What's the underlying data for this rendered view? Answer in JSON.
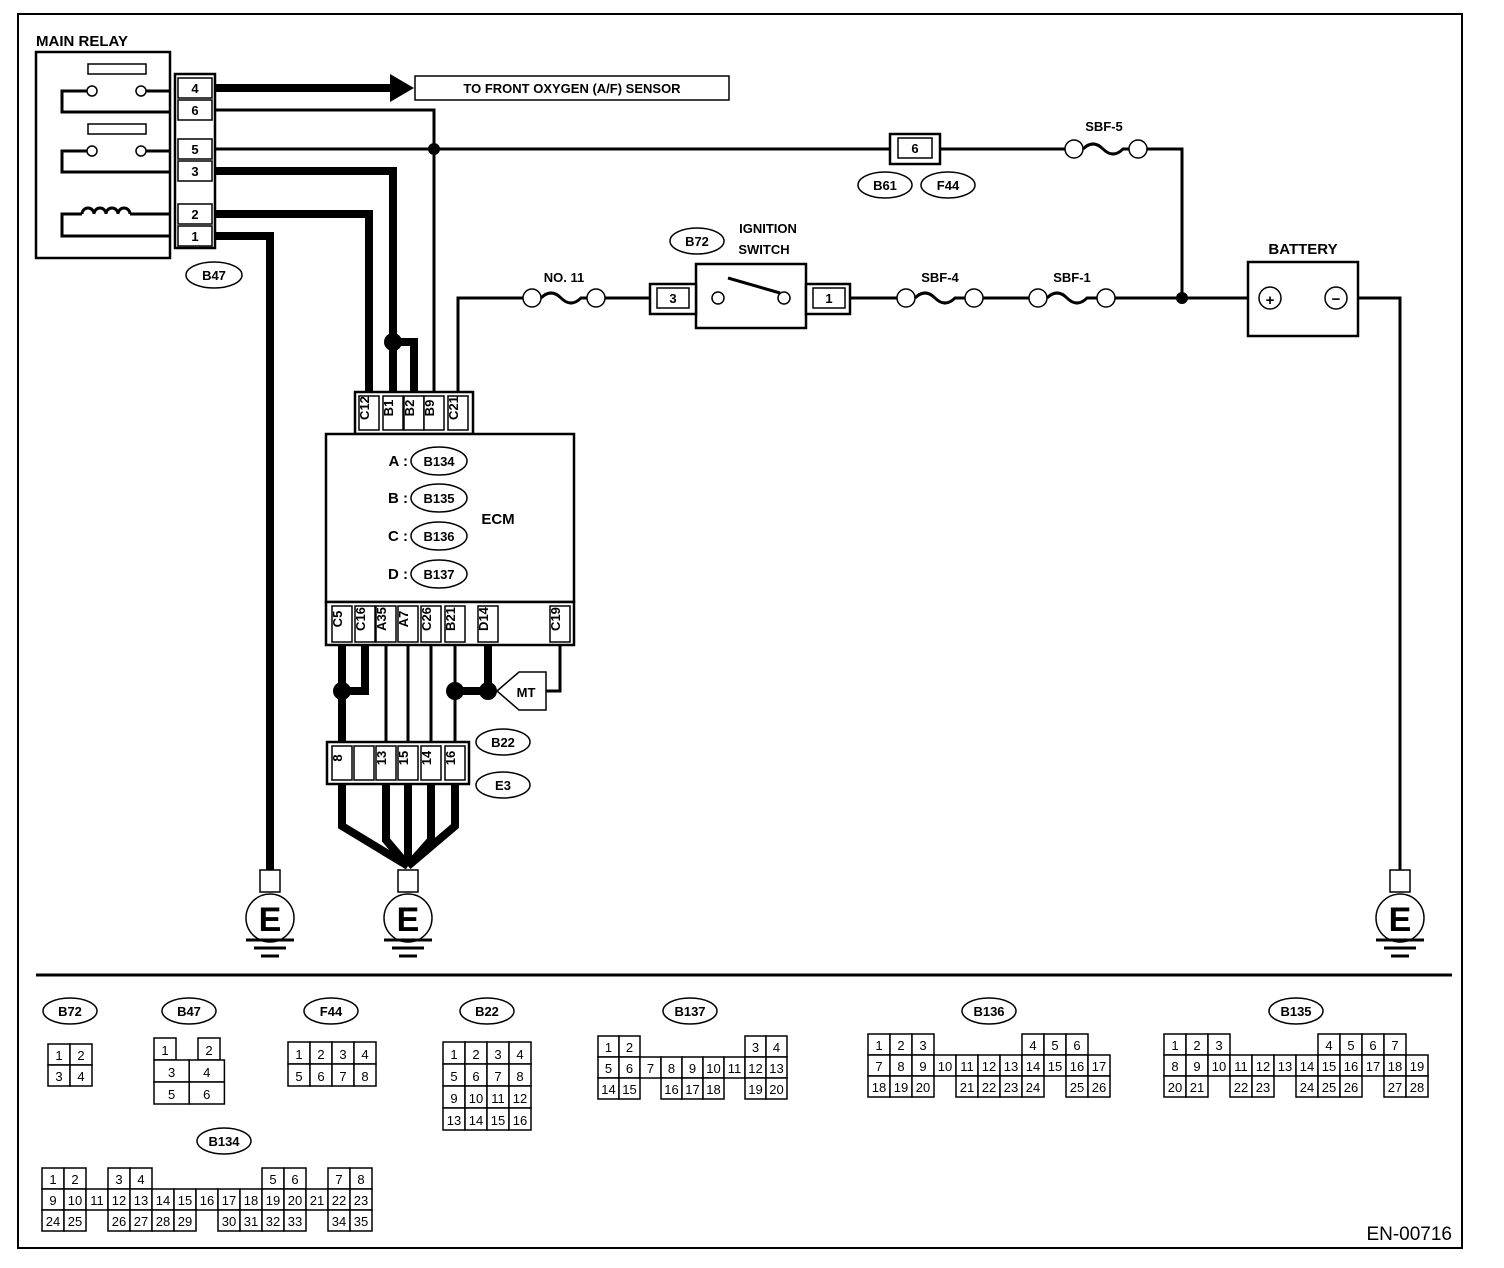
{
  "main_relay": {
    "title": "MAIN RELAY",
    "connector": "B47",
    "pins": [
      "4",
      "6",
      "5",
      "3",
      "2",
      "1"
    ]
  },
  "o2_sensor_label": "TO FRONT OXYGEN (A/F) SENSOR",
  "fuses": {
    "no11": "NO. 11",
    "sbf5": "SBF-5",
    "sbf4": "SBF-4",
    "sbf1": "SBF-1"
  },
  "connector_b61_f44": {
    "pin": "6",
    "labels": [
      "B61",
      "F44"
    ]
  },
  "ignition_switch": {
    "title_line1": "IGNITION",
    "title_line2": "SWITCH",
    "connector": "B72",
    "pin_left": "3",
    "pin_right": "1"
  },
  "battery": {
    "title": "BATTERY",
    "plus": "+",
    "minus": "−"
  },
  "ecm": {
    "label": "ECM",
    "top_pins": [
      "C12",
      "B1",
      "B2",
      "B9",
      "C21"
    ],
    "bottom_pins": [
      "C5",
      "C16",
      "A35",
      "A7",
      "C26",
      "B21",
      "D14",
      "C19"
    ],
    "connectors": [
      {
        "letter": "A :",
        "name": "B134"
      },
      {
        "letter": "B :",
        "name": "B135"
      },
      {
        "letter": "C :",
        "name": "B136"
      },
      {
        "letter": "D :",
        "name": "B137"
      }
    ]
  },
  "mt_label": "MT",
  "ground_connector": {
    "pins": [
      "8",
      "",
      "13",
      "15",
      "14",
      "16"
    ],
    "labels": [
      "B22",
      "E3"
    ]
  },
  "ground_symbol": "E",
  "connector_views": {
    "b72": {
      "name": "B72",
      "rows": [
        [
          "1",
          "2"
        ],
        [
          "3",
          "4"
        ]
      ]
    },
    "b47": {
      "name": "B47",
      "rows": [
        [
          "1",
          "",
          "2"
        ],
        [
          "3",
          "4"
        ],
        [
          "5",
          "6"
        ]
      ]
    },
    "f44": {
      "name": "F44",
      "rows": [
        [
          "1",
          "2",
          "3",
          "4"
        ],
        [
          "5",
          "6",
          "7",
          "8"
        ]
      ]
    },
    "b22": {
      "name": "B22",
      "rows": [
        [
          "1",
          "2",
          "3",
          "4"
        ],
        [
          "5",
          "6",
          "7",
          "8"
        ],
        [
          "9",
          "10",
          "11",
          "12"
        ],
        [
          "13",
          "14",
          "15",
          "16"
        ]
      ]
    },
    "b137": {
      "name": "B137",
      "rows": [
        [
          "1",
          "2",
          "",
          "",
          "",
          "",
          "",
          "3",
          "4"
        ],
        [
          "5",
          "6",
          "7",
          "8",
          "9",
          "10",
          "11",
          "12",
          "13"
        ],
        [
          "14",
          "15",
          "",
          "16",
          "17",
          "18",
          "",
          "19",
          "20"
        ]
      ]
    },
    "b136": {
      "name": "B136",
      "rows": [
        [
          "1",
          "2",
          "3",
          "",
          "",
          "",
          "",
          "4",
          "5",
          "6"
        ],
        [
          "7",
          "8",
          "9",
          "10",
          "11",
          "12",
          "13",
          "14",
          "15",
          "16",
          "17"
        ],
        [
          "18",
          "19",
          "20",
          "",
          "21",
          "22",
          "23",
          "24",
          "",
          "25",
          "26"
        ]
      ]
    },
    "b135": {
      "name": "B135",
      "rows": [
        [
          "1",
          "2",
          "3",
          "",
          "",
          "",
          "",
          "4",
          "5",
          "6",
          "7"
        ],
        [
          "8",
          "9",
          "10",
          "11",
          "12",
          "13",
          "14",
          "15",
          "16",
          "17",
          "18",
          "19"
        ],
        [
          "20",
          "21",
          "",
          "22",
          "23",
          "",
          "24",
          "25",
          "26",
          "",
          "27",
          "28"
        ]
      ]
    },
    "b134": {
      "name": "B134",
      "rows": [
        [
          "1",
          "2",
          "",
          "3",
          "4",
          "",
          "",
          "",
          "",
          "",
          "5",
          "6",
          "",
          "7",
          "8"
        ],
        [
          "9",
          "10",
          "11",
          "12",
          "13",
          "14",
          "15",
          "16",
          "17",
          "18",
          "19",
          "20",
          "21",
          "22",
          "23"
        ],
        [
          "24",
          "25",
          "",
          "26",
          "27",
          "28",
          "29",
          "",
          "30",
          "31",
          "32",
          "33",
          "",
          "34",
          "35"
        ]
      ]
    }
  },
  "figure_id": "EN-00716"
}
